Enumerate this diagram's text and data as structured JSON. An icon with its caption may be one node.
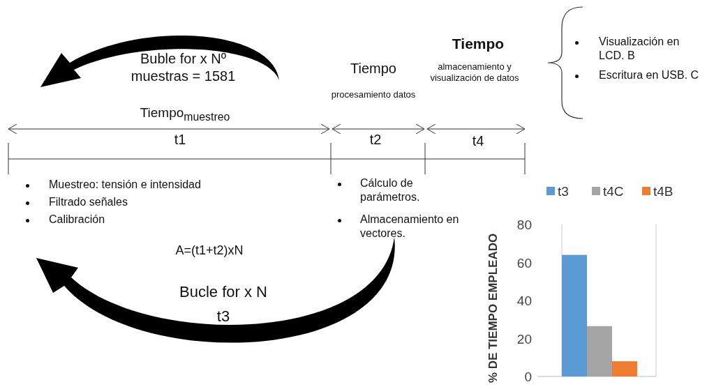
{
  "diagram": {
    "labels": [
      "Buble for x Nº muestras = 1581",
      "Tiempo$_{muestreo}$",
      "Tiempo",
      "procesamiento datos",
      "Tiempo",
      "almacenamiento y visualización de datos",
      "Visualización en LCD. B",
      "Escritura en USB. C",
      "t1",
      "t2",
      "t4",
      "Muestreo: tensión e intensidad",
      "Filtrado señales",
      "Calibración",
      "Cálculo de parámetros.",
      "Almacenamiento en vectores.",
      "A=(t1+t2)xN",
      "Bucle for x N",
      "t3"
    ],
    "chart_data": {
      "type": "bar",
      "ylabel": "% DE TIEMPO EMPLEADO",
      "categories": [
        null
      ],
      "ylim": [
        0,
        80
      ],
      "yticks": [
        0,
        20,
        40,
        60,
        80
      ],
      "series": [
        {
          "name": "t3",
          "color": "#5b9bd5",
          "values": [
            64
          ]
        },
        {
          "name": "t4C",
          "color": "#a5a5a5",
          "values": [
            26.5
          ]
        },
        {
          "name": "t4B",
          "color": "#ed7d31",
          "values": [
            8
          ]
        }
      ],
      "legend": true
    }
  }
}
